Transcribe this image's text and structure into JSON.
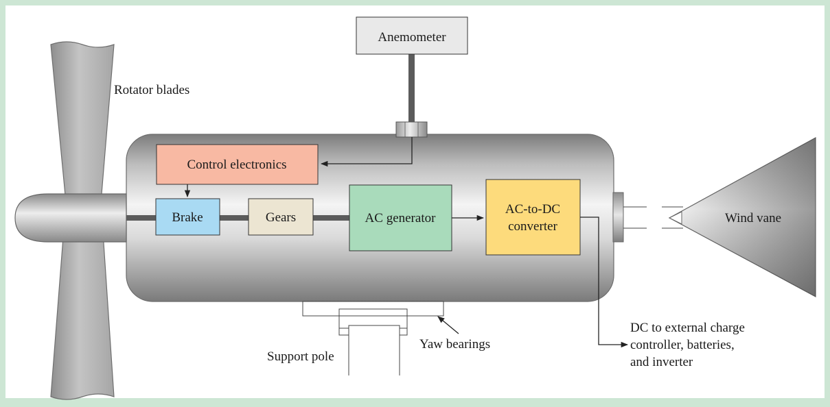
{
  "labels": {
    "anemometer": "Anemometer",
    "rotator_blades": "Rotator blades",
    "control_electronics": "Control electronics",
    "brake": "Brake",
    "gears": "Gears",
    "ac_generator": "AC generator",
    "converter_line1": "AC-to-DC",
    "converter_line2": "converter",
    "wind_vane": "Wind vane",
    "yaw_bearings": "Yaw bearings",
    "support_pole": "Support pole",
    "dc_output_line1": "DC to external charge",
    "dc_output_line2": "controller, batteries,",
    "dc_output_line3": "and inverter"
  },
  "colors": {
    "background": "#cde6d4",
    "panel": "#ffffff",
    "control_electronics": "#f8b9a3",
    "brake": "#a9daf3",
    "gears": "#ece5d2",
    "ac_generator": "#a9dbbb",
    "converter": "#fddb7c",
    "anemometer": "#e9e9e9",
    "shaft": "#5b5b5b"
  }
}
